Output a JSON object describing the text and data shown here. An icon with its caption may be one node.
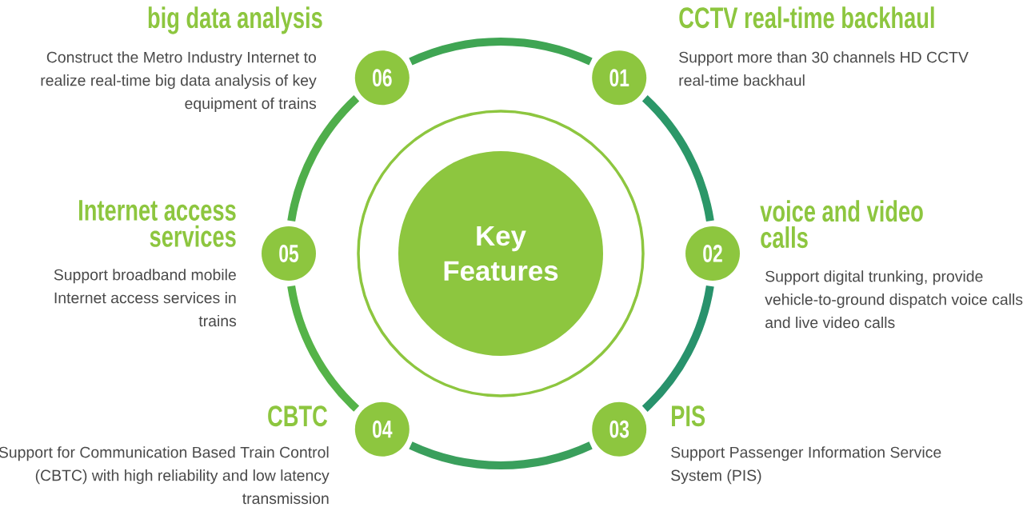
{
  "diagram": {
    "nodes": [
      {
        "text": [
          "Key Features"
        ]
      },
      {
        "text": [
          "01"
        ],
        "beside": [
          "CCTV real-time backhaul",
          "Support more than 30 channels HD CCTV real-time backhaul"
        ]
      },
      {
        "text": [
          "02"
        ],
        "beside": [
          "voice and video calls",
          "Support digital trunking, provide vehicle-to-ground dispatch voice calls and live video calls"
        ]
      },
      {
        "text": [
          "03"
        ],
        "beside": [
          "PIS",
          "Support Passenger Information Service System (PIS)"
        ]
      },
      {
        "text": [
          "04"
        ],
        "beside": [
          "CBTC",
          "Support for Communication Based Train Control (CBTC) with high reliability and low latency transmission"
        ]
      },
      {
        "text": [
          "05"
        ],
        "beside": [
          "Internet access services",
          "Support broadband mobile Internet access services in trains"
        ]
      },
      {
        "text": [
          "06"
        ],
        "beside": [
          "big data analysis",
          "Construct the Metro Industry Internet to realize real-time big data analysis of key equipment of trains"
        ]
      }
    ]
  }
}
